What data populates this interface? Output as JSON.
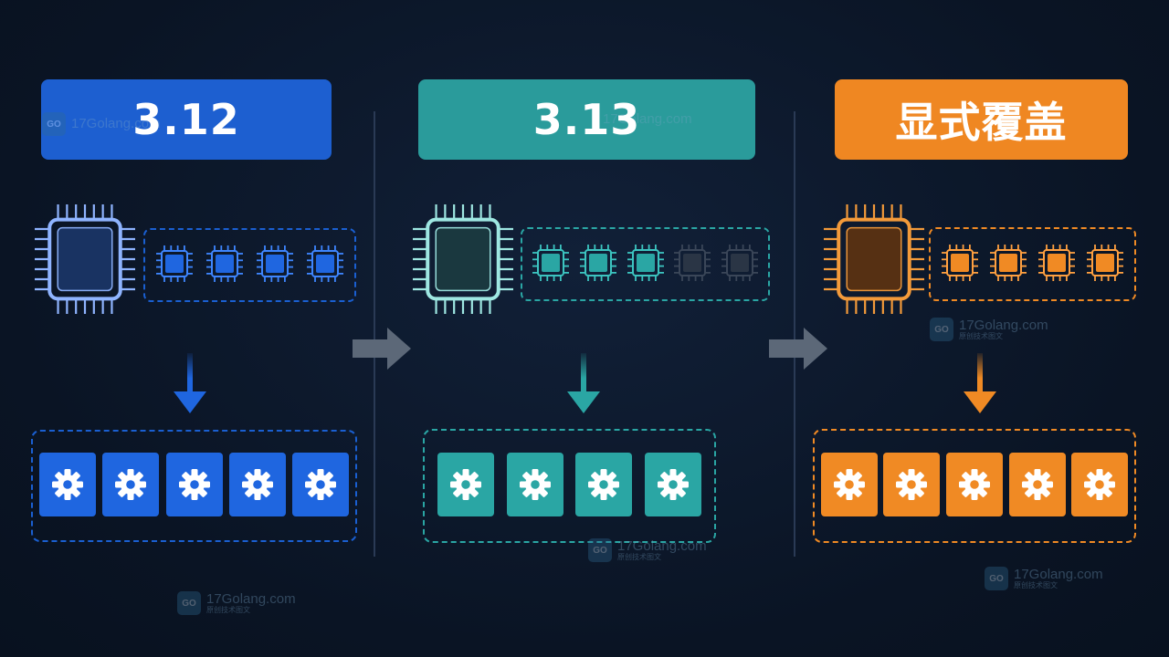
{
  "panels": [
    {
      "title": "3.12",
      "accent": "#1a5fd1",
      "header_color": "#1d5fd0",
      "chip_fill": "#1a3566",
      "chip_outline": "#8fb4ff",
      "core_fill": "#1f66e0",
      "core_outline": "#3e86ff",
      "core_states": [
        "active",
        "active",
        "active",
        "active"
      ],
      "arrow_color": "#1f66e0",
      "task_color": "#1f66e0",
      "task_count": 5
    },
    {
      "title": "3.13",
      "accent": "#2aa6a4",
      "header_color": "#2a9b9b",
      "chip_fill": "#1b3a40",
      "chip_outline": "#9ee7e2",
      "core_fill": "#2aa6a4",
      "core_outline": "#3cc4c0",
      "core_states": [
        "active",
        "active",
        "active",
        "inactive",
        "inactive"
      ],
      "arrow_color": "#2aa6a4",
      "task_color": "#2aa6a4",
      "task_count": 4
    },
    {
      "title": "显式覆盖",
      "accent": "#f08a24",
      "header_color": "#ef8722",
      "chip_fill": "#5a3212",
      "chip_outline": "#f39a3a",
      "core_fill": "#f08a24",
      "core_outline": "#ffa040",
      "core_states": [
        "active",
        "active",
        "active",
        "active"
      ],
      "arrow_color": "#f08a24",
      "task_color": "#f08a24",
      "task_count": 5
    }
  ],
  "inactive_core_color": "#2a3545",
  "watermark": {
    "logo_text": "GO",
    "site": "17Golang.com",
    "subtitle": "原创技术图文"
  },
  "icons": {
    "task": "gear-icon",
    "processor": "cpu-chip-icon",
    "core": "cpu-core-icon",
    "transition": "arrow-right-icon",
    "flow": "arrow-down-icon"
  }
}
